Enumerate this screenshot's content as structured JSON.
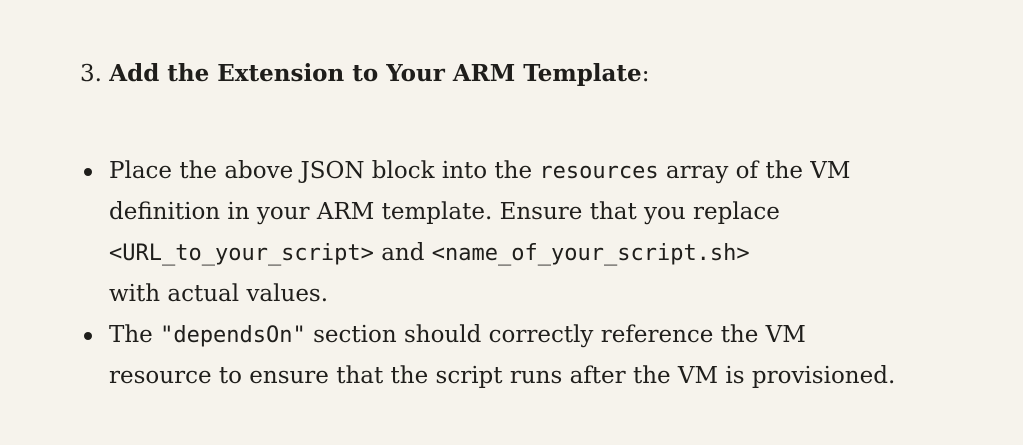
{
  "step": {
    "number": "3.",
    "title": "Add the Extension to Your ARM Template",
    "suffix": ":"
  },
  "bullets": [
    {
      "line1_pre": "Place the above JSON block into the ",
      "line1_code": "resources",
      "line1_post": " array of the VM",
      "line2": "definition in your ARM template. Ensure that you replace",
      "line3_code1": "<URL_to_your_script>",
      "line3_mid": " and ",
      "line3_code2": "<name_of_your_script.sh>",
      "line4": "with actual values."
    },
    {
      "line1_pre": "The ",
      "line1_code": "\"dependsOn\"",
      "line1_post": " section should correctly reference the VM",
      "line2": "resource to ensure that the script runs after the VM is provisioned."
    }
  ],
  "colors": {
    "background": "#f6f3ec",
    "text": "#1f1e1b"
  }
}
